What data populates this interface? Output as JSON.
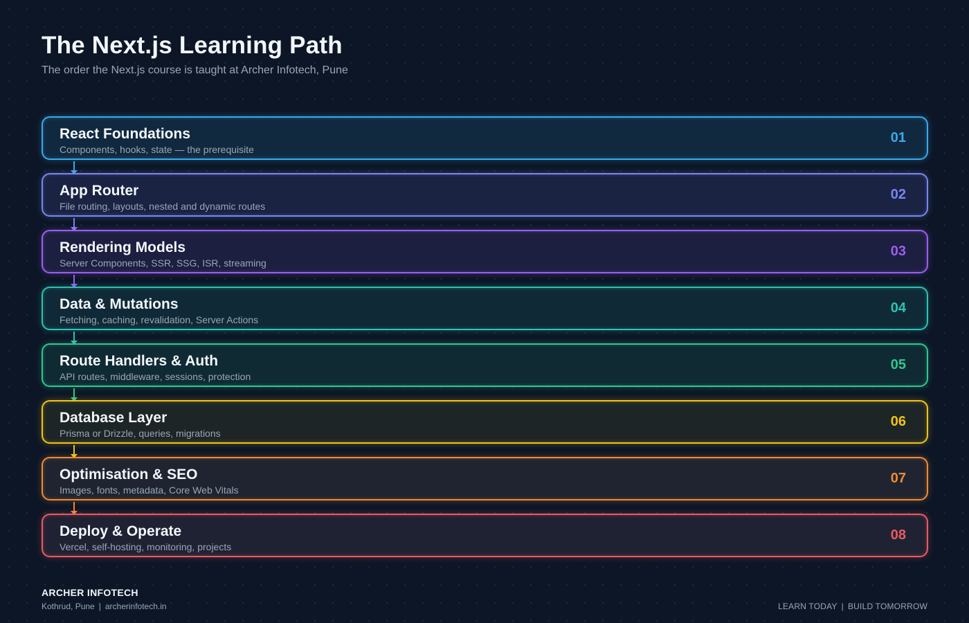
{
  "header": {
    "title": "The Next.js Learning Path",
    "subtitle": "The order the Next.js course is taught at Archer Infotech, Pune"
  },
  "steps": [
    {
      "title": "React Foundations",
      "description": "Components, hooks, state — the prerequisite",
      "number": "01",
      "color": "#3aa9ea",
      "fill": "#11293f"
    },
    {
      "title": "App Router",
      "description": "File routing, layouts, nested and dynamic routes",
      "number": "02",
      "color": "#7a86f0",
      "fill": "#1a2342"
    },
    {
      "title": "Rendering Models",
      "description": "Server Components, SSR, SSG, ISR, streaming",
      "number": "03",
      "color": "#9e5ef0",
      "fill": "#1c1f3f"
    },
    {
      "title": "Data & Mutations",
      "description": "Fetching, caching, revalidation, Server Actions",
      "number": "04",
      "color": "#2cc3b3",
      "fill": "#0f2a36"
    },
    {
      "title": "Route Handlers & Auth",
      "description": "API routes, middleware, sessions, protection",
      "number": "05",
      "color": "#2fc78f",
      "fill": "#0f2a33"
    },
    {
      "title": "Database Layer",
      "description": "Prisma or Drizzle, queries, migrations",
      "number": "06",
      "color": "#f0c419",
      "fill": "#1e2526"
    },
    {
      "title": "Optimisation & SEO",
      "description": "Images, fonts, metadata, Core Web Vitals",
      "number": "07",
      "color": "#f08a34",
      "fill": "#1f2430"
    },
    {
      "title": "Deploy & Operate",
      "description": "Vercel, self-hosting, monitoring, projects",
      "number": "08",
      "color": "#ec5a60",
      "fill": "#1f2233"
    }
  ],
  "footer": {
    "brand": "ARCHER INFOTECH",
    "location": "Kothrud, Pune",
    "website": "archerinfotech.in",
    "tagline_left": "LEARN TODAY",
    "tagline_right": "BUILD TOMORROW"
  }
}
